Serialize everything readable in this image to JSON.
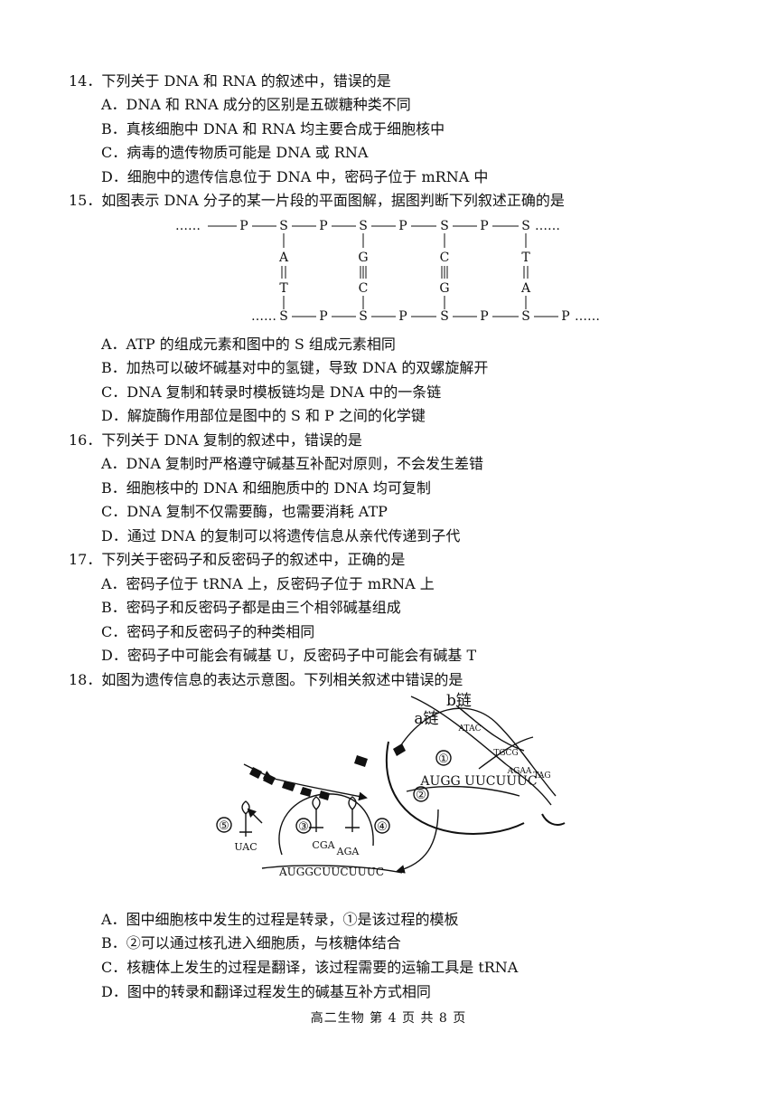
{
  "q14": {
    "stem": "14．下列关于 DNA 和 RNA 的叙述中，错误的是",
    "options": [
      "A．DNA 和 RNA 成分的区别是五碳糖种类不同",
      "B．真核细胞中 DNA 和 RNA 均主要合成于细胞核中",
      "C．病毒的遗传物质可能是 DNA 或 RNA",
      "D．细胞中的遗传信息位于 DNA 中，密码子位于 mRNA 中"
    ]
  },
  "q15": {
    "stem": "15．如图表示 DNA 分子的某一片段的平面图解，据图判断下列叙述正确的是",
    "options": [
      "A．ATP 的组成元素和图中的 S 组成元素相同",
      "B．加热可以破坏碱基对中的氢键，导致 DNA 的双螺旋解开",
      "C．DNA 复制和转录时模板链均是 DNA 中的一条链",
      "D．解旋酶作用部位是图中的 S 和 P 之间的化学键"
    ],
    "diagram": {
      "top_ellipsis": "……",
      "bottom_ellipsis": "……",
      "p": "P",
      "s": "S",
      "top_bases": [
        "A",
        "G",
        "C",
        "T"
      ],
      "bottom_bases": [
        "T",
        "C",
        "G",
        "A"
      ]
    }
  },
  "q16": {
    "stem": "16．下列关于 DNA 复制的叙述中，错误的是",
    "options": [
      "A．DNA 复制时严格遵守碱基互补配对原则，不会发生差错",
      "B．细胞核中的 DNA 和细胞质中的 DNA 均可复制",
      "C．DNA 复制不仅需要酶，也需要消耗 ATP",
      "D．通过 DNA 的复制可以将遗传信息从亲代传递到子代"
    ]
  },
  "q17": {
    "stem": "17．下列关于密码子和反密码子的叙述中，正确的是",
    "options": [
      "A．密码子位于 tRNA 上，反密码子位于 mRNA 上",
      "B．密码子和反密码子都是由三个相邻碱基组成",
      "C．密码子和反密码子的种类相同",
      "D．密码子中可能会有碱基 U，反密码子中可能会有碱基 T"
    ]
  },
  "q18": {
    "stem": "18．如图为遗传信息的表达示意图。下列相关叙述中错误的是",
    "options": [
      "A．图中细胞核中发生的过程是转录，①是该过程的模板",
      "B．②可以通过核孔进入细胞质，与核糖体结合",
      "C．核糖体上发生的过程是翻译，该过程需要的运输工具是 tRNA",
      "D．图中的转录和翻译过程发生的碱基互补方式相同"
    ],
    "figure": {
      "label_a": "a链",
      "label_b": "b链",
      "marker_1": "①",
      "marker_2": "②",
      "marker_3": "③",
      "marker_4": "④",
      "marker_5": "⑤",
      "seq_mrna": "AUGG UUCUUUC",
      "seq_ribosome": "AUGGCUUCUUUC",
      "anticodon_1": "CGA",
      "anticodon_2": "AGA",
      "anticodon_5": "UAC",
      "helix_left": "ATAC",
      "helix_mid": "TGCG",
      "helix_right": "TAG",
      "helix_low": "AGAA"
    }
  },
  "footer": "高二生物  第 4 页 共 8 页"
}
